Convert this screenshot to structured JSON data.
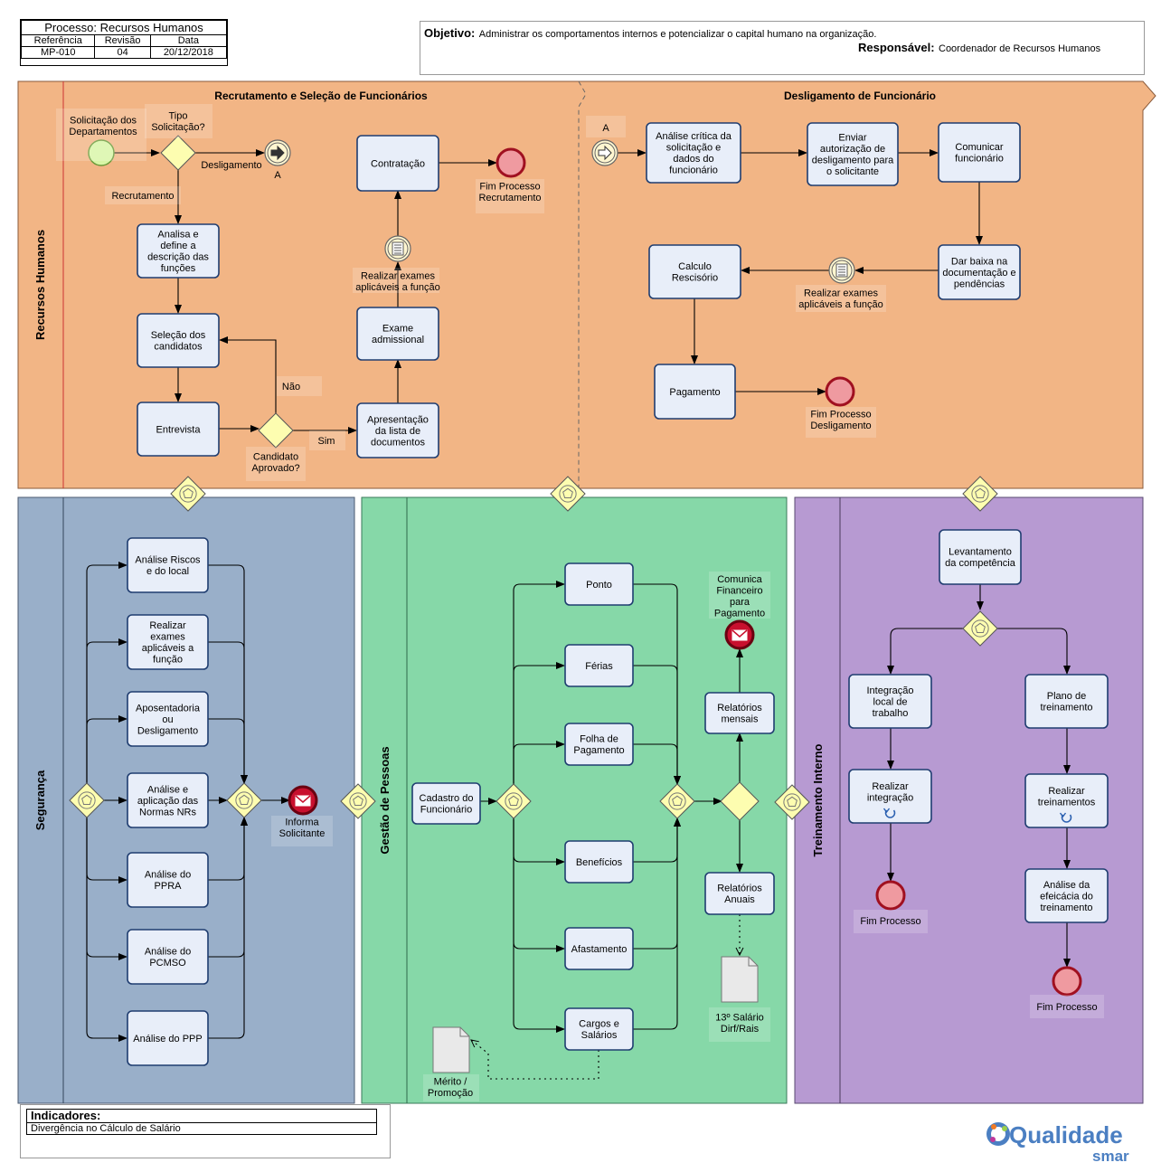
{
  "header": {
    "process_title": "Processo: Recursos Humanos",
    "col_reference": "Referência",
    "col_revision": "Revisão",
    "col_date": "Data",
    "reference": "MP-010",
    "revision": "04",
    "date": "20/12/2018"
  },
  "objective": {
    "label": "Objetivo:",
    "text": "Administrar os comportamentos internos e potencializar o capital humano na organização.",
    "responsible_label": "Responsável:",
    "responsible": "Coordenador de Recursos Humanos"
  },
  "lanes": {
    "rh": "Recursos Humanos",
    "rh_phase1": "Recrutamento e Seleção de Funcionários",
    "rh_phase2": "Desligamento de Funcionário",
    "seg": "Segurança",
    "gp": "Gestão de Pessoas",
    "ti": "Treinamento Interno"
  },
  "rh_nodes": {
    "start_label": "Solicitação dos Departamentos",
    "gw_label": "Tipo Solicitação?",
    "flow_desligamento": "Desligamento",
    "flow_recrutamento": "Recrutamento",
    "link_a": "A",
    "analisa": "Analisa e define a descrição das funções",
    "selecao": "Seleção dos candidatos",
    "entrevista": "Entrevista",
    "gw2_label": "Candidato Aprovado?",
    "flow_nao": "Não",
    "flow_sim": "Sim",
    "apresentacao": "Apresentação da lista de documentos",
    "exame": "Exame admissional",
    "exames_event": "Realizar exames aplicáveis a função",
    "contratacao": "Contratação",
    "fim_recrut": "Fim Processo Recrutamento",
    "link_a2": "A",
    "analise_critica": "Análise crítica da solicitação e dados do funcionário",
    "enviar": "Enviar autorização de desligamento para o solicitante",
    "comunicar": "Comunicar funcionário",
    "dar_baixa": "Dar baixa na documentação e pendências",
    "exames_event2": "Realizar exames aplicáveis a função",
    "calculo": "Calculo Rescisório",
    "pagamento": "Pagamento",
    "fim_deslig": "Fim Processo Desligamento"
  },
  "seg_nodes": {
    "t1": "Análise Riscos e do local",
    "t2": "Realizar exames aplicáveis a função",
    "t3": "Aposentadoria ou Desligamento",
    "t4": "Análise e aplicação das Normas NRs",
    "t5": "Análise do PPRA",
    "t6": "Análise do PCMSO",
    "t7": "Análise do PPP",
    "end_msg": "Informa Solicitante"
  },
  "gp_nodes": {
    "cadastro": "Cadastro do Funcionário",
    "ponto": "Ponto",
    "ferias": "Férias",
    "folha": "Folha de Pagamento",
    "beneficios": "Benefícios",
    "afastamento": "Afastamento",
    "cargos": "Cargos e Salários",
    "merito_doc": "Mérito / Promoção",
    "rel_mensais": "Relatórios mensais",
    "comunica": "Comunica Financeiro para Pagamento",
    "rel_anuais": "Relatórios Anuais",
    "dec_doc": "13º Salário Dirf/Rais"
  },
  "ti_nodes": {
    "levantamento": "Levantamento da competência",
    "integracao": "Integração local de trabalho",
    "realizar_integ": "Realizar integração",
    "fim1": "Fim Processo",
    "plano": "Plano de treinamento",
    "realizar_trein": "Realizar treinamentos",
    "eficacia": "Análise da efeicácia do treinamento",
    "fim2": "Fim Processo"
  },
  "indicators": {
    "title": "Indicadores:",
    "item": "Divergência no Cálculo de Salário"
  },
  "logo": {
    "word": "Qualidade",
    "sub": "smar"
  },
  "colors": {
    "rh_lane": "#f2b585",
    "seg_lane": "#99afc9",
    "gp_lane": "#86d8a8",
    "ti_lane": "#b79ad2",
    "task_fill": "#e8eef9",
    "task_stroke": "#1f3d70",
    "gateway": "#fdfdb0",
    "start": "#d8f6a6",
    "end": "#ef9aa0",
    "msg_end": "#c8102e"
  }
}
